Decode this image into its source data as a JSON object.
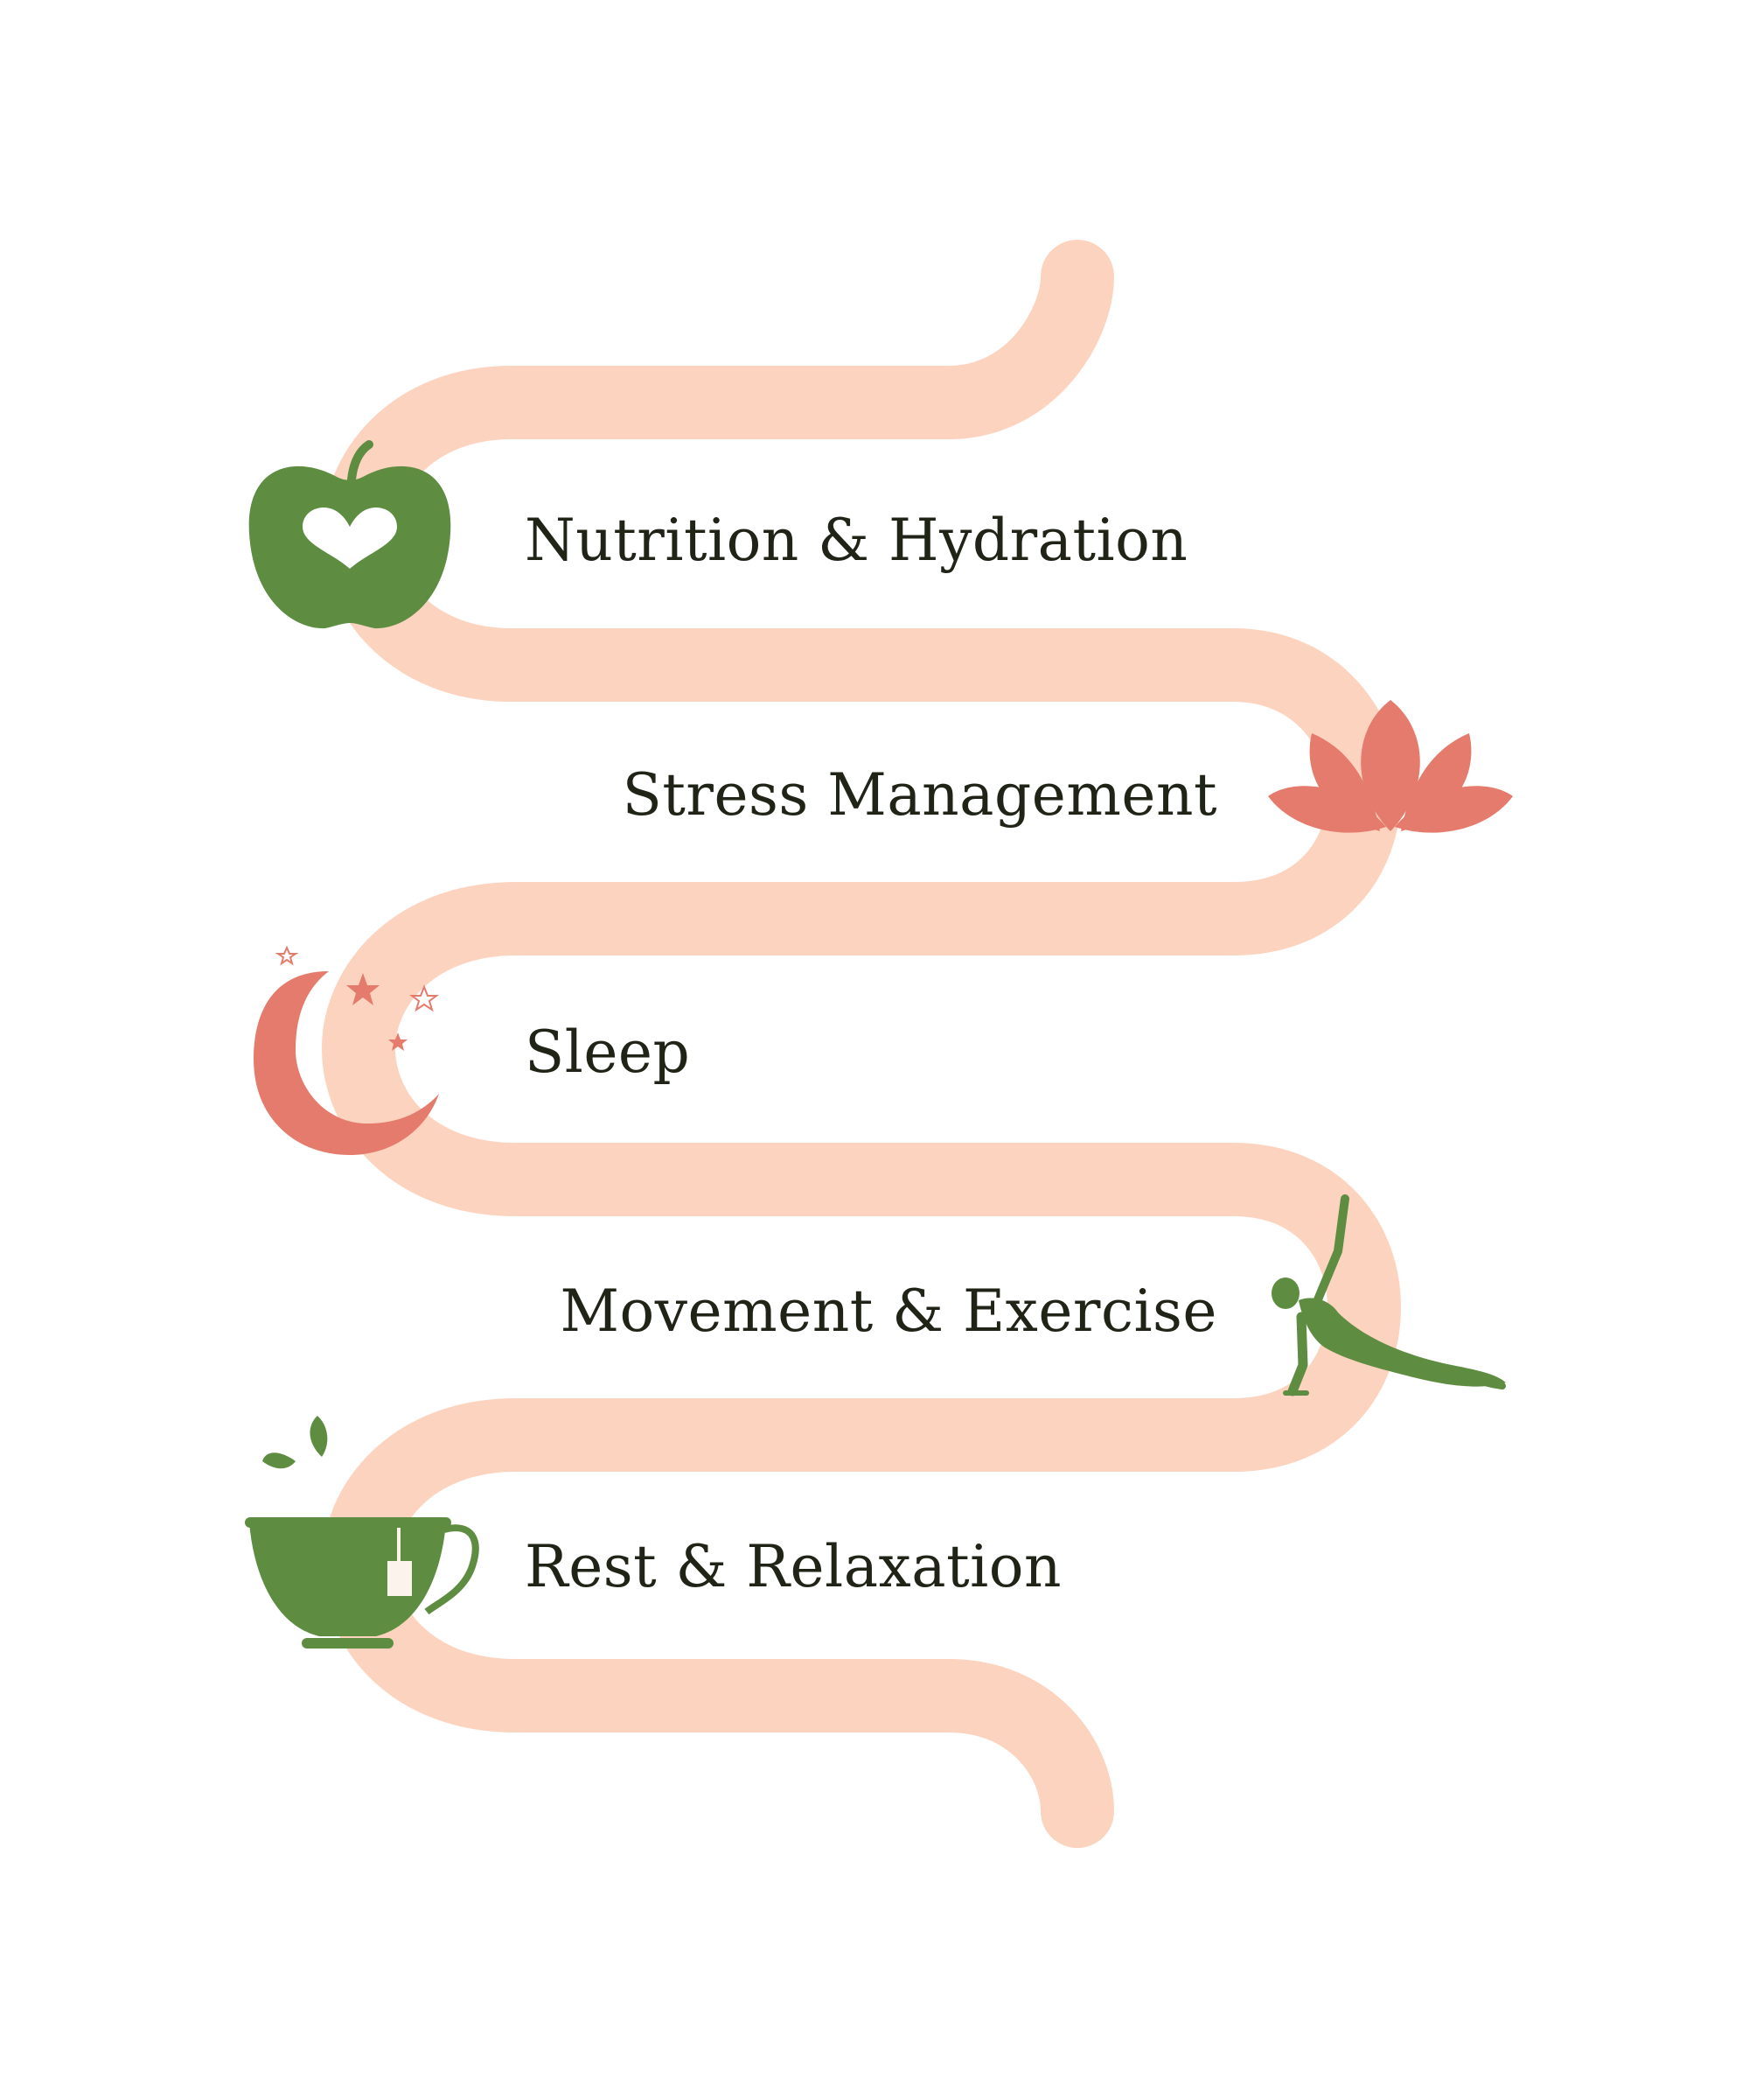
{
  "diagram": {
    "steps": [
      {
        "label": "Nutrition & Hydration",
        "icon": "apple-heart-icon"
      },
      {
        "label": "Stress Management",
        "icon": "lotus-icon"
      },
      {
        "label": "Sleep",
        "icon": "moon-stars-icon"
      },
      {
        "label": "Movement & Exercise",
        "icon": "side-plank-figure-icon"
      },
      {
        "label": "Rest & Relaxation",
        "icon": "tea-cup-icon"
      }
    ]
  },
  "colors": {
    "path": "#fcd3bf",
    "green": "#5e8c40",
    "coral": "#e57b6c",
    "text": "#1f2417",
    "background": "#ffffff"
  }
}
